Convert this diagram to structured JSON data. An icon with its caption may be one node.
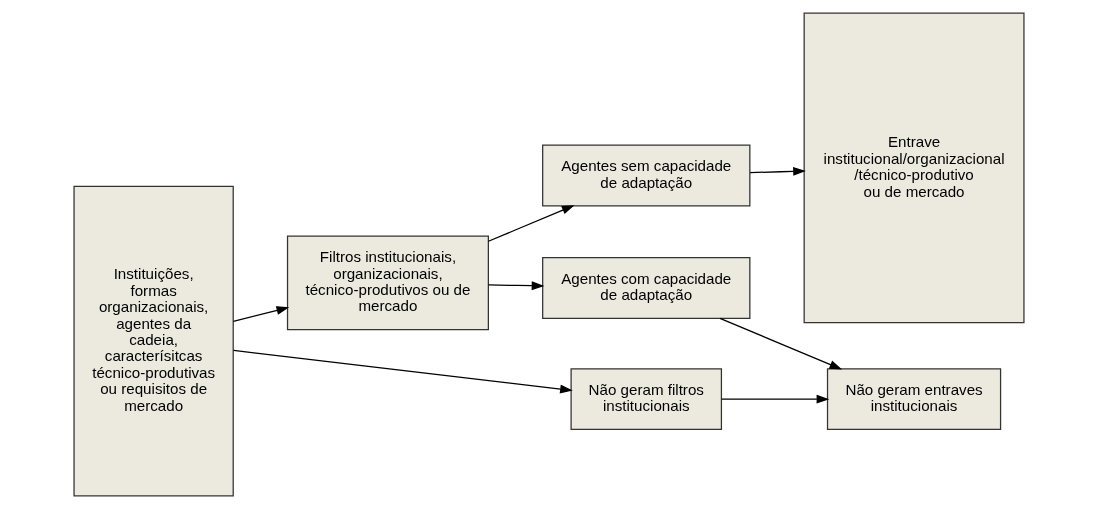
{
  "diagram": {
    "nodes": [
      {
        "text": [
          "Instituições, formas organizacionais, agentes da cadeia, caracterísitcas técnico-produtivas ou requisitos de mercado"
        ]
      },
      {
        "text": [
          "Filtros institucionais, organizacionais, técnico-produtivos ou de mercado"
        ]
      },
      {
        "text": [
          "Agentes sem capacidade de adaptação"
        ]
      },
      {
        "text": [
          "Entrave institucional/organizacional /técnico-produtivo ou de mercado"
        ]
      },
      {
        "text": [
          "Agentes com capacidade de adaptação"
        ]
      },
      {
        "text": [
          "Não geram entraves institucionais"
        ]
      },
      {
        "text": [
          "Não geram filtros institucionais"
        ]
      }
    ],
    "edges": [
      {
        "from": 0,
        "to": 1,
        "arrow": "to"
      },
      {
        "from": 1,
        "to": 2,
        "arrow": "to"
      },
      {
        "from": 2,
        "to": 3,
        "arrow": "to"
      },
      {
        "from": 1,
        "to": 4,
        "arrow": "to"
      },
      {
        "from": 4,
        "to": 5,
        "arrow": "to"
      },
      {
        "from": 0,
        "to": 6,
        "arrow": "to"
      },
      {
        "from": 6,
        "to": 5,
        "arrow": "to"
      }
    ]
  }
}
